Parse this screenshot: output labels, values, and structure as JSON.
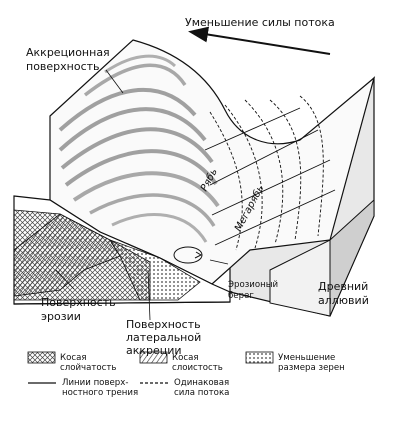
{
  "header": {
    "flow_label": "Уменьшение силы потока"
  },
  "labels": {
    "accretion_surface_l1": "Аккреционная",
    "accretion_surface_l2": "поверхность",
    "erosion_surface_l1": "Поверхность",
    "erosion_surface_l2": "эрозии",
    "lateral_accretion_l1": "Поверхность",
    "lateral_accretion_l2": "латеральной",
    "lateral_accretion_l3": "аккреции",
    "erosional_bank_l1": "Эрозионый",
    "erosional_bank_l2": "берег",
    "ancient_alluvium_l1": "Древний",
    "ancient_alluvium_l2": "аллювий",
    "riffle": "Рябь",
    "megaripple": "Мегарябь"
  },
  "legend": {
    "cross_bedding_l1": "Косая",
    "cross_bedding_l2": "слойчатость",
    "cross_stratification_l1": "Косая",
    "cross_stratification_l2": "слоистость",
    "grain_size_l1": "Уменьшение",
    "grain_size_l2": "размера зерен",
    "friction_lines_l1": "Линии поверх-",
    "friction_lines_l2": "ностного трения",
    "equal_flow_l1": "Одинаковая",
    "equal_flow_l2": "сила потока"
  }
}
